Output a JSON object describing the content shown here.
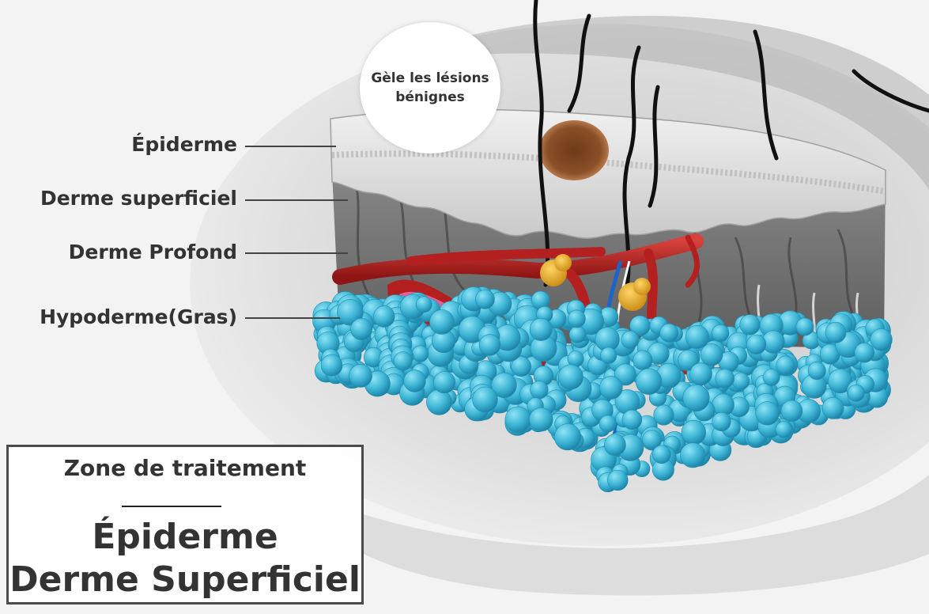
{
  "labels": {
    "epiderme": "Épiderme",
    "derme_superficiel": "Derme superficiel",
    "derme_profond": "Derme Profond",
    "hypoderme": "Hypoderme(Gras)"
  },
  "callout": {
    "text": "Gèle les lésions bénignes"
  },
  "treatment_box": {
    "title": "Zone de traitement",
    "line1": "Épiderme",
    "line2": "Derme Superficiel"
  },
  "colors": {
    "vessel": "#b3201f",
    "fat": "#3fb6d6",
    "fat_dark": "#1e8fb2",
    "nodule": "#e0a520",
    "lesion": "#8a5028"
  }
}
